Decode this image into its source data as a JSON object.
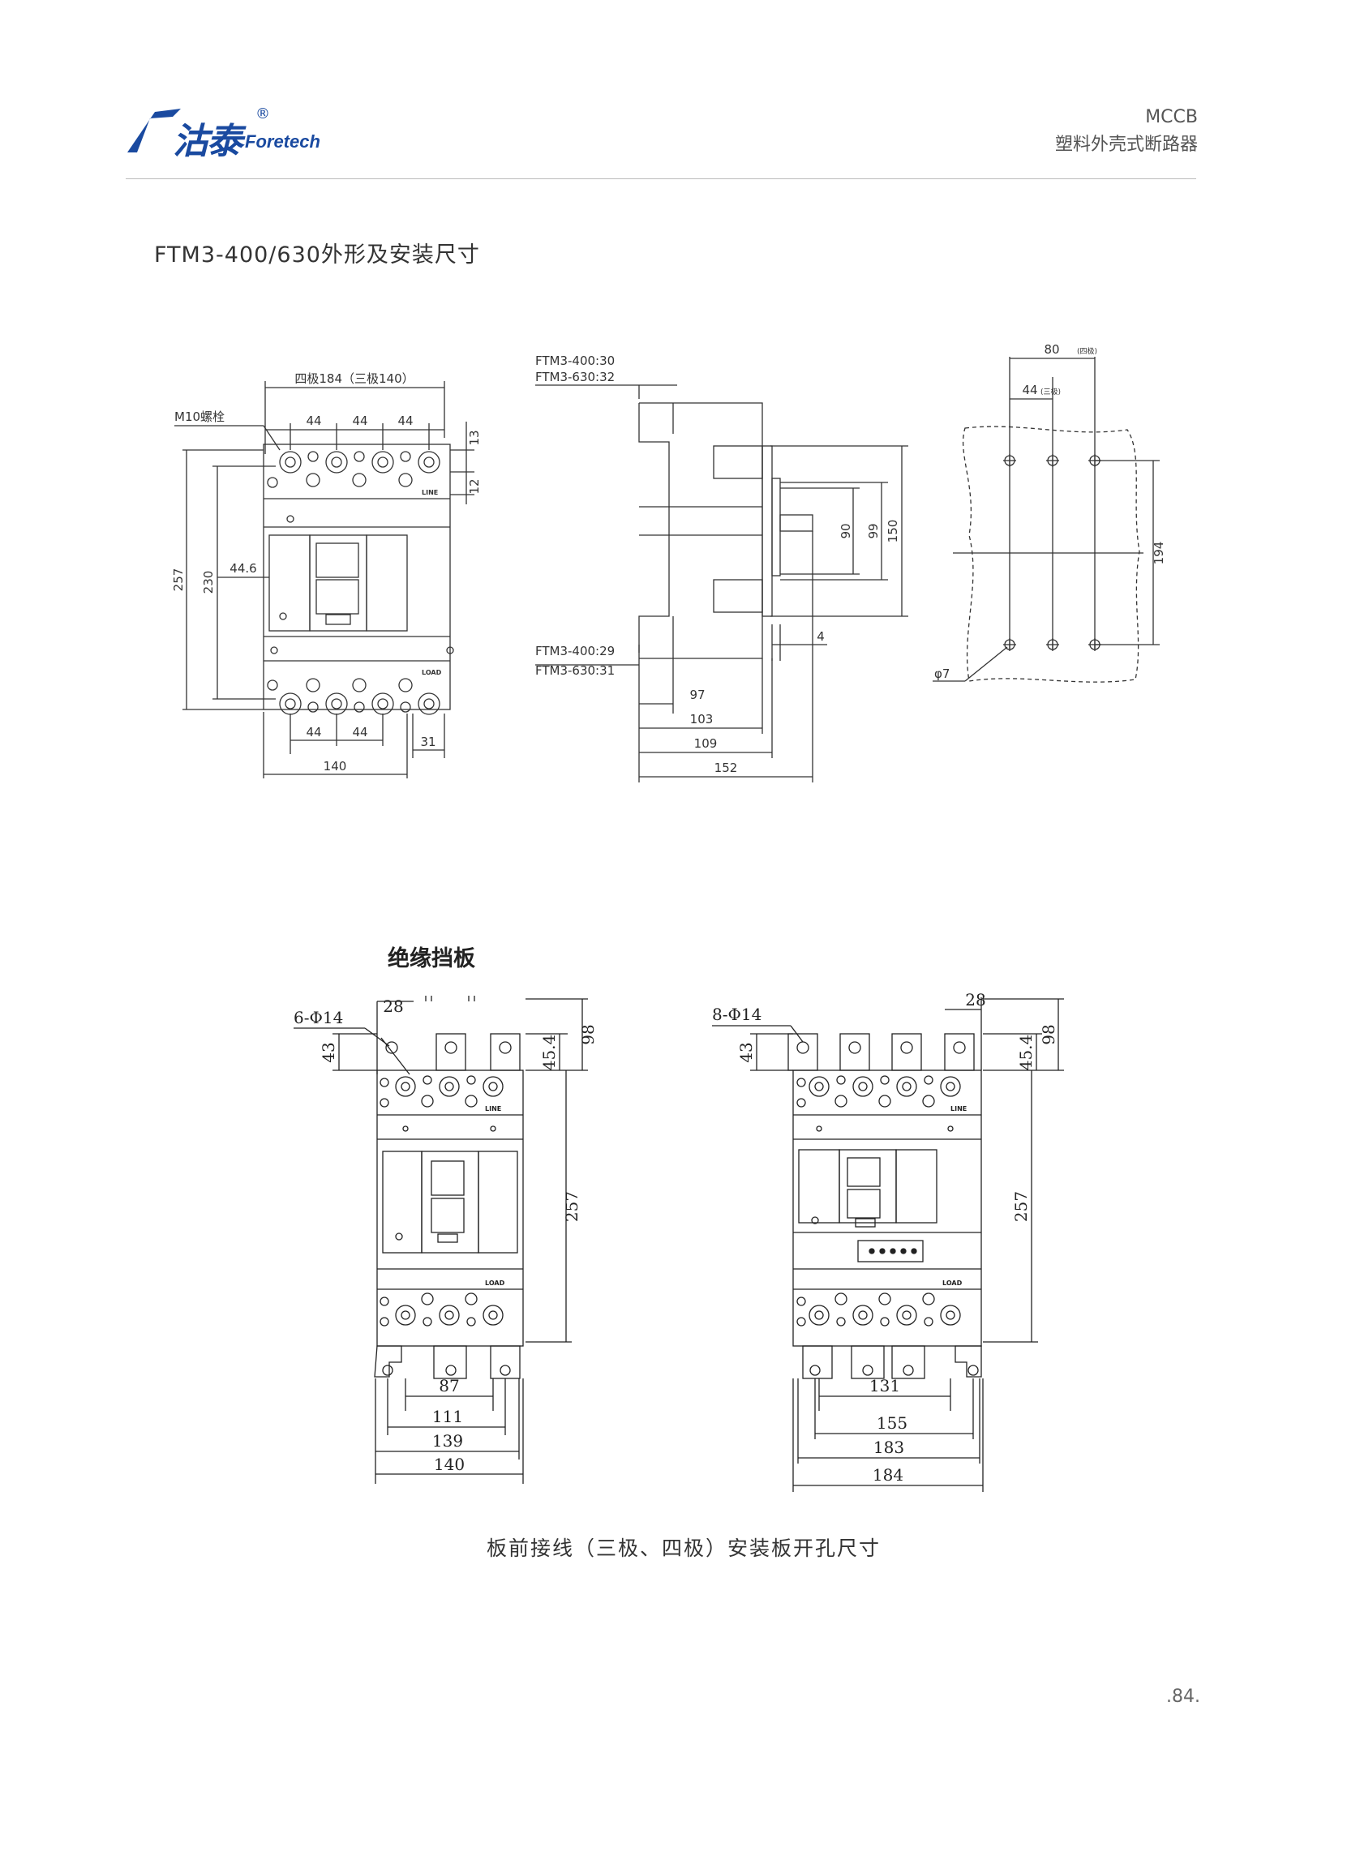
{
  "header": {
    "logo_cn": "沽泰",
    "logo_reg": "®",
    "logo_en": "Foretech",
    "product_code": "MCCB",
    "product_name": "塑料外壳式断路器"
  },
  "section_title": "FTM3-400/630外形及安装尺寸",
  "front_view": {
    "width_label": "四极184（三极140）",
    "bolt_label": "M10螺栓",
    "pitch_top": [
      "44",
      "44",
      "44"
    ],
    "dim_right_13": "13",
    "dim_right_12": "12",
    "line_label": "LINE",
    "load_label": "LOAD",
    "dim_257": "257",
    "dim_230": "230",
    "dim_44_6": "44.6",
    "pitch_bottom": [
      "44",
      "44"
    ],
    "dim_31": "31",
    "dim_140": "140"
  },
  "side_view": {
    "top_note": [
      "FTM3-400:30",
      "FTM3-630:32"
    ],
    "bottom_note": [
      "FTM3-400:29",
      "FTM3-630:31"
    ],
    "dim_90": "90",
    "dim_99": "99",
    "dim_150": "150",
    "dim_4": "4",
    "depths": [
      "97",
      "103",
      "109",
      "152"
    ]
  },
  "hole_pattern": {
    "dim_80": "80",
    "dim_80_note": "(四极)",
    "dim_44": "44",
    "dim_44_note": "(三极)",
    "dim_194": "194",
    "dia": "φ7"
  },
  "insulation_label": "绝缘挡板",
  "three_pole": {
    "holes": "6-Φ14",
    "dim_28": "28",
    "dim_43": "43",
    "dim_45_4": "45.4",
    "dim_98": "98",
    "dim_257": "257",
    "line_label": "LINE",
    "load_label": "LOAD",
    "bottom_dims": [
      "87",
      "111",
      "139",
      "140"
    ]
  },
  "four_pole": {
    "holes": "8-Φ14",
    "dim_28": "28",
    "dim_43": "43",
    "dim_45_4": "45.4",
    "dim_98": "98",
    "dim_257": "257",
    "line_label": "LINE",
    "load_label": "LOAD",
    "bottom_dims": [
      "131",
      "155",
      "183",
      "184"
    ]
  },
  "bottom_caption": "板前接线（三极、四极）安装板开孔尺寸",
  "page_number": ".84."
}
